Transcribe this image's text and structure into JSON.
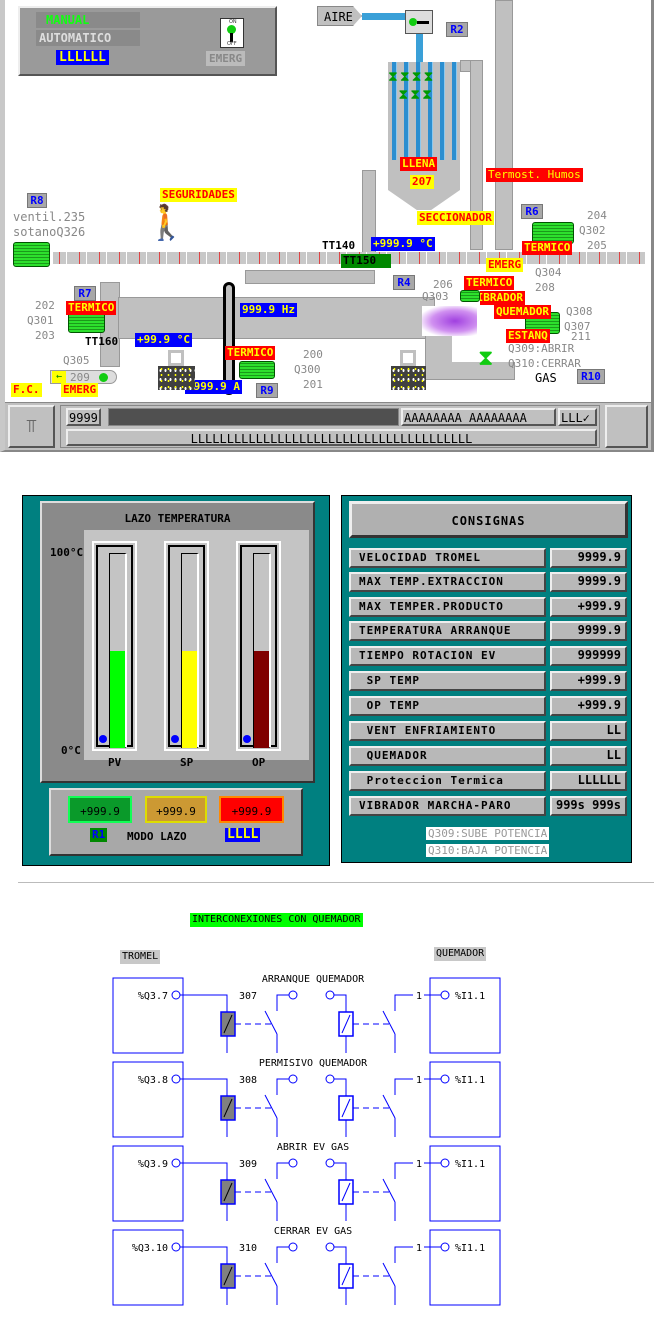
{
  "mode_panel": {
    "manual": "MANUAL",
    "automatico": "AUTOMATICO",
    "mode_value": "LLLLLL",
    "emerg": "EMERG",
    "switch_on": "ON",
    "switch_off": "OFF"
  },
  "air": {
    "label": "AIRE",
    "r2": "R2"
  },
  "filter": {
    "llena": "LLENA",
    "level": "207"
  },
  "termost": "Termost. Humos",
  "seguridades": "SEGURIDADES",
  "fan": {
    "r8": "R8",
    "line1": "ventil.235",
    "line2": "sotanoQ326"
  },
  "tt140": {
    "label": "TT140",
    "value": "+999.9",
    "unit": "°C"
  },
  "tt150": "TT150",
  "seccionador": "SECCIONADOR",
  "r6": {
    "tag": "R6",
    "termico": "TERMICO",
    "codes": [
      "204",
      "Q302",
      "205"
    ]
  },
  "emerg_right": "EMERG",
  "q304": [
    "Q304",
    "208"
  ],
  "r4": "R4",
  "vibrador": {
    "codes": [
      "206",
      "Q303"
    ],
    "termico": "TERMICO",
    "label": "VIBRADOR"
  },
  "quemador": {
    "label": "QUEMADOR",
    "estanq": "ESTANQ",
    "codes": [
      "Q308",
      "Q307",
      "211"
    ],
    "abrir": "Q309:ABRIR",
    "cerrar": "Q310:CERRAR",
    "gas": "GAS",
    "r10": "R10"
  },
  "r7": {
    "tag": "R7",
    "termico": "TERMICO",
    "codes": [
      "202",
      "Q301",
      "203"
    ]
  },
  "tt160": {
    "label": "TT160",
    "value": "+99.9",
    "unit": "°C"
  },
  "frequency": {
    "value": "999.9",
    "unit": "Hz"
  },
  "r9": {
    "termico": "TERMICO",
    "codes": [
      "200",
      "Q300",
      "201"
    ],
    "current": "9999.9 A",
    "tag": "R9"
  },
  "fc": {
    "q305": "Q305",
    "value": "209",
    "fc": "F.C.",
    "emerg": "EMERG"
  },
  "status_bar": {
    "count": "9999",
    "alarm_text": "AAAAAAAA AAAAAAAA",
    "ack": "LLL✓",
    "message": "LLLLLLLLLLLLLLLLLLLLLLLLLLLLLLLLLLLLLLL"
  },
  "lazo": {
    "title": "LAZO TEMPERATURA",
    "max": "100°C",
    "min": "0°C",
    "bars": [
      {
        "label": "PV",
        "fraction": 0.5,
        "color": "#00ff00"
      },
      {
        "label": "SP",
        "fraction": 0.5,
        "color": "#ffff00"
      },
      {
        "label": "OP",
        "fraction": 0.5,
        "color": "#800000"
      }
    ],
    "values": [
      "+999.9",
      "+999.9",
      "+999.9"
    ],
    "r1": "R1",
    "modo_label": "MODO LAZO",
    "modo_value": "LLLL"
  },
  "consignas": {
    "title": "CONSIGNAS",
    "rows": [
      {
        "label": "VELOCIDAD TROMEL",
        "value": "9999.9"
      },
      {
        "label": "MAX TEMP.EXTRACCION",
        "value": "9999.9"
      },
      {
        "label": "MAX TEMPER.PRODUCTO",
        "value": "+999.9"
      },
      {
        "label": "TEMPERATURA ARRANQUE",
        "value": "9999.9"
      },
      {
        "label": "TIEMPO ROTACION EV",
        "value": "999999"
      },
      {
        "label": " SP TEMP",
        "value": "+999.9"
      },
      {
        "label": " OP TEMP",
        "value": "+999.9"
      },
      {
        "label": " VENT ENFRIAMIENTO",
        "value": "LL"
      },
      {
        "label": " QUEMADOR",
        "value": "LL"
      },
      {
        "label": " Proteccion Termica",
        "value": "LLLLLL"
      },
      {
        "label": "VIBRADOR MARCHA-PARO",
        "value": "999s 999s"
      }
    ],
    "note1": "Q309:SUBE POTENCIA",
    "note2": "Q310:BAJA POTENCIA"
  },
  "interconexiones": {
    "title": "INTERCONEXIONES CON QUEMADOR",
    "left": "TROMEL",
    "right": "QUEMADOR",
    "rows": [
      {
        "title": "ARRANQUE QUEMADOR",
        "out": "%Q3.7",
        "relay": "307",
        "n": "1",
        "in": "%I1.1"
      },
      {
        "title": "PERMISIVO QUEMADOR",
        "out": "%Q3.8",
        "relay": "308",
        "n": "1",
        "in": "%I1.1"
      },
      {
        "title": "ABRIR EV GAS",
        "out": "%Q3.9",
        "relay": "309",
        "n": "1",
        "in": "%I1.1"
      },
      {
        "title": "CERRAR EV GAS",
        "out": "%Q3.10",
        "relay": "310",
        "n": "1",
        "in": "%I1.1"
      }
    ]
  }
}
